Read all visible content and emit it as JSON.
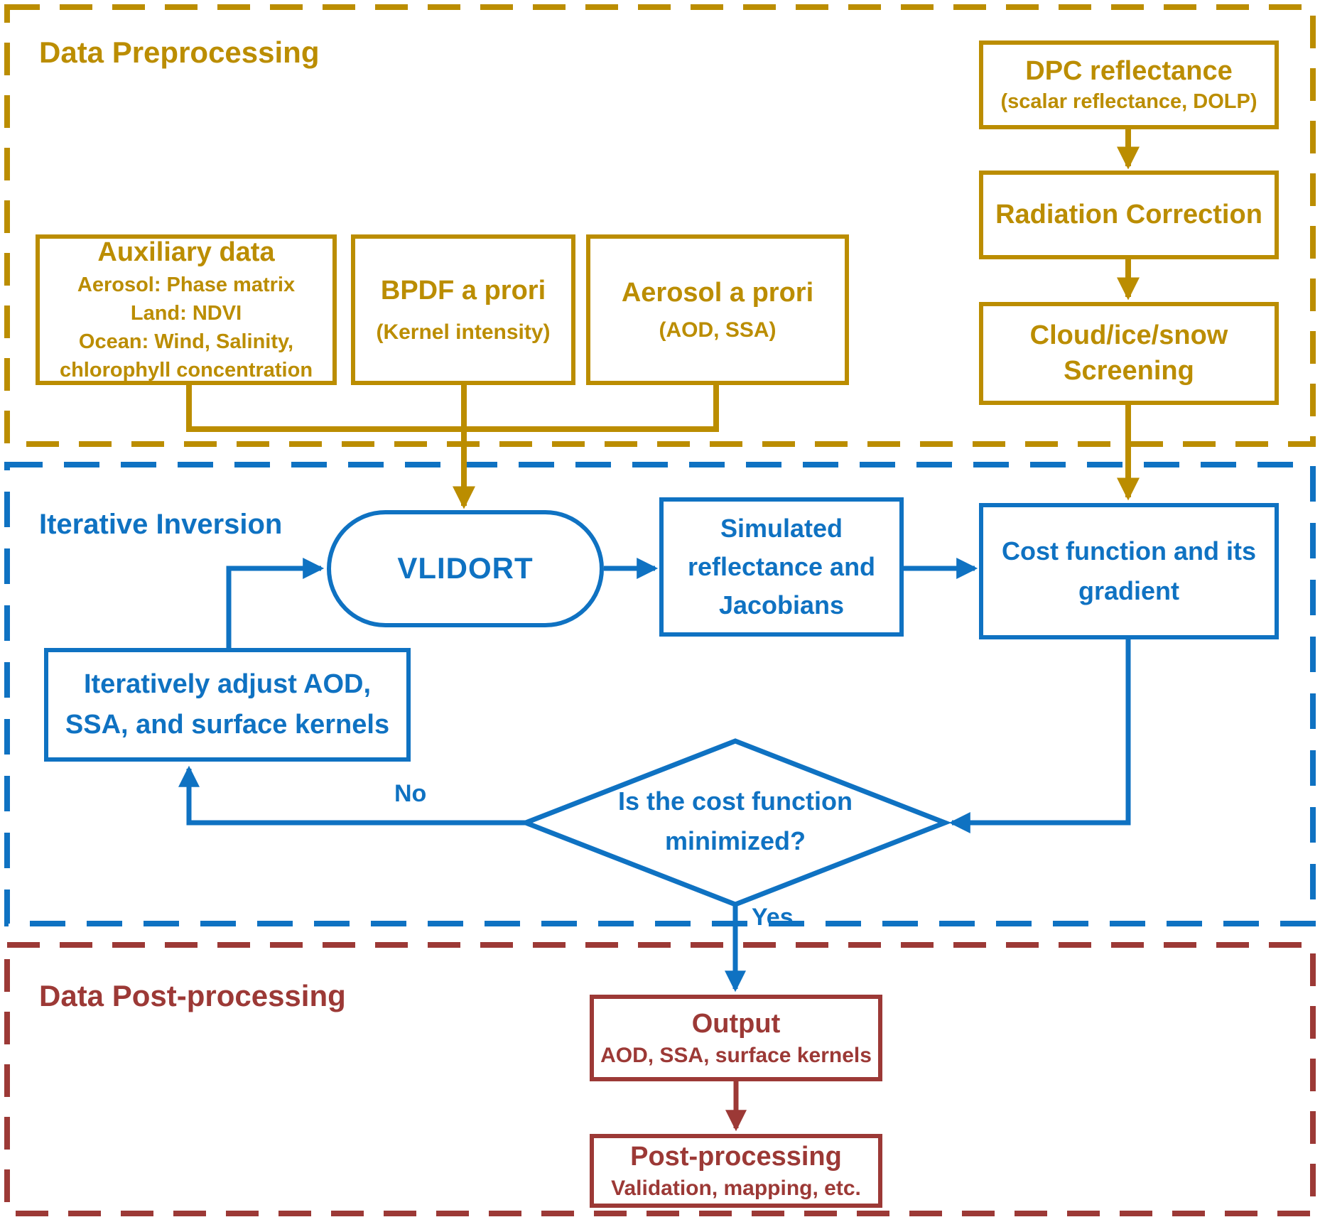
{
  "colors": {
    "gold": "#BB8D00",
    "blue": "#0F72C2",
    "dark_red": "#9C3936",
    "background": "#FFFFFF"
  },
  "sections": {
    "preprocessing": {
      "label": "Data Preprocessing"
    },
    "inversion": {
      "label": "Iterative Inversion"
    },
    "postprocessing": {
      "label": "Data Post-processing"
    }
  },
  "boxes": {
    "auxiliary": {
      "title": "Auxiliary data",
      "lines": [
        "Aerosol: Phase matrix",
        "Land: NDVI",
        "Ocean: Wind, Salinity,",
        "chlorophyll concentration"
      ]
    },
    "bpdf": {
      "title": "BPDF a prori",
      "subtitle": "(Kernel intensity)"
    },
    "aerosol_apriori": {
      "title": "Aerosol a prori",
      "subtitle": "(AOD, SSA)"
    },
    "dpc": {
      "title": "DPC reflectance",
      "subtitle": "(scalar reflectance, DOLP)"
    },
    "radiation": {
      "title": "Radiation Correction"
    },
    "cloud": {
      "lines": [
        "Cloud/ice/snow",
        "Screening"
      ]
    },
    "vlidort": {
      "title": "VLIDORT"
    },
    "simulated": {
      "lines": [
        "Simulated",
        "reflectance and",
        "Jacobians"
      ]
    },
    "cost": {
      "lines": [
        "Cost function and its",
        "gradient"
      ]
    },
    "adjust": {
      "lines": [
        "Iteratively adjust AOD,",
        "SSA, and surface kernels"
      ]
    },
    "decision": {
      "lines": [
        "Is the cost function",
        "minimized?"
      ]
    },
    "output": {
      "title": "Output",
      "subtitle": "AOD, SSA, surface kernels"
    },
    "post": {
      "title": "Post-processing",
      "subtitle": "Validation, mapping, etc."
    }
  },
  "edges": {
    "no_label": "No",
    "yes_label": "Yes"
  }
}
